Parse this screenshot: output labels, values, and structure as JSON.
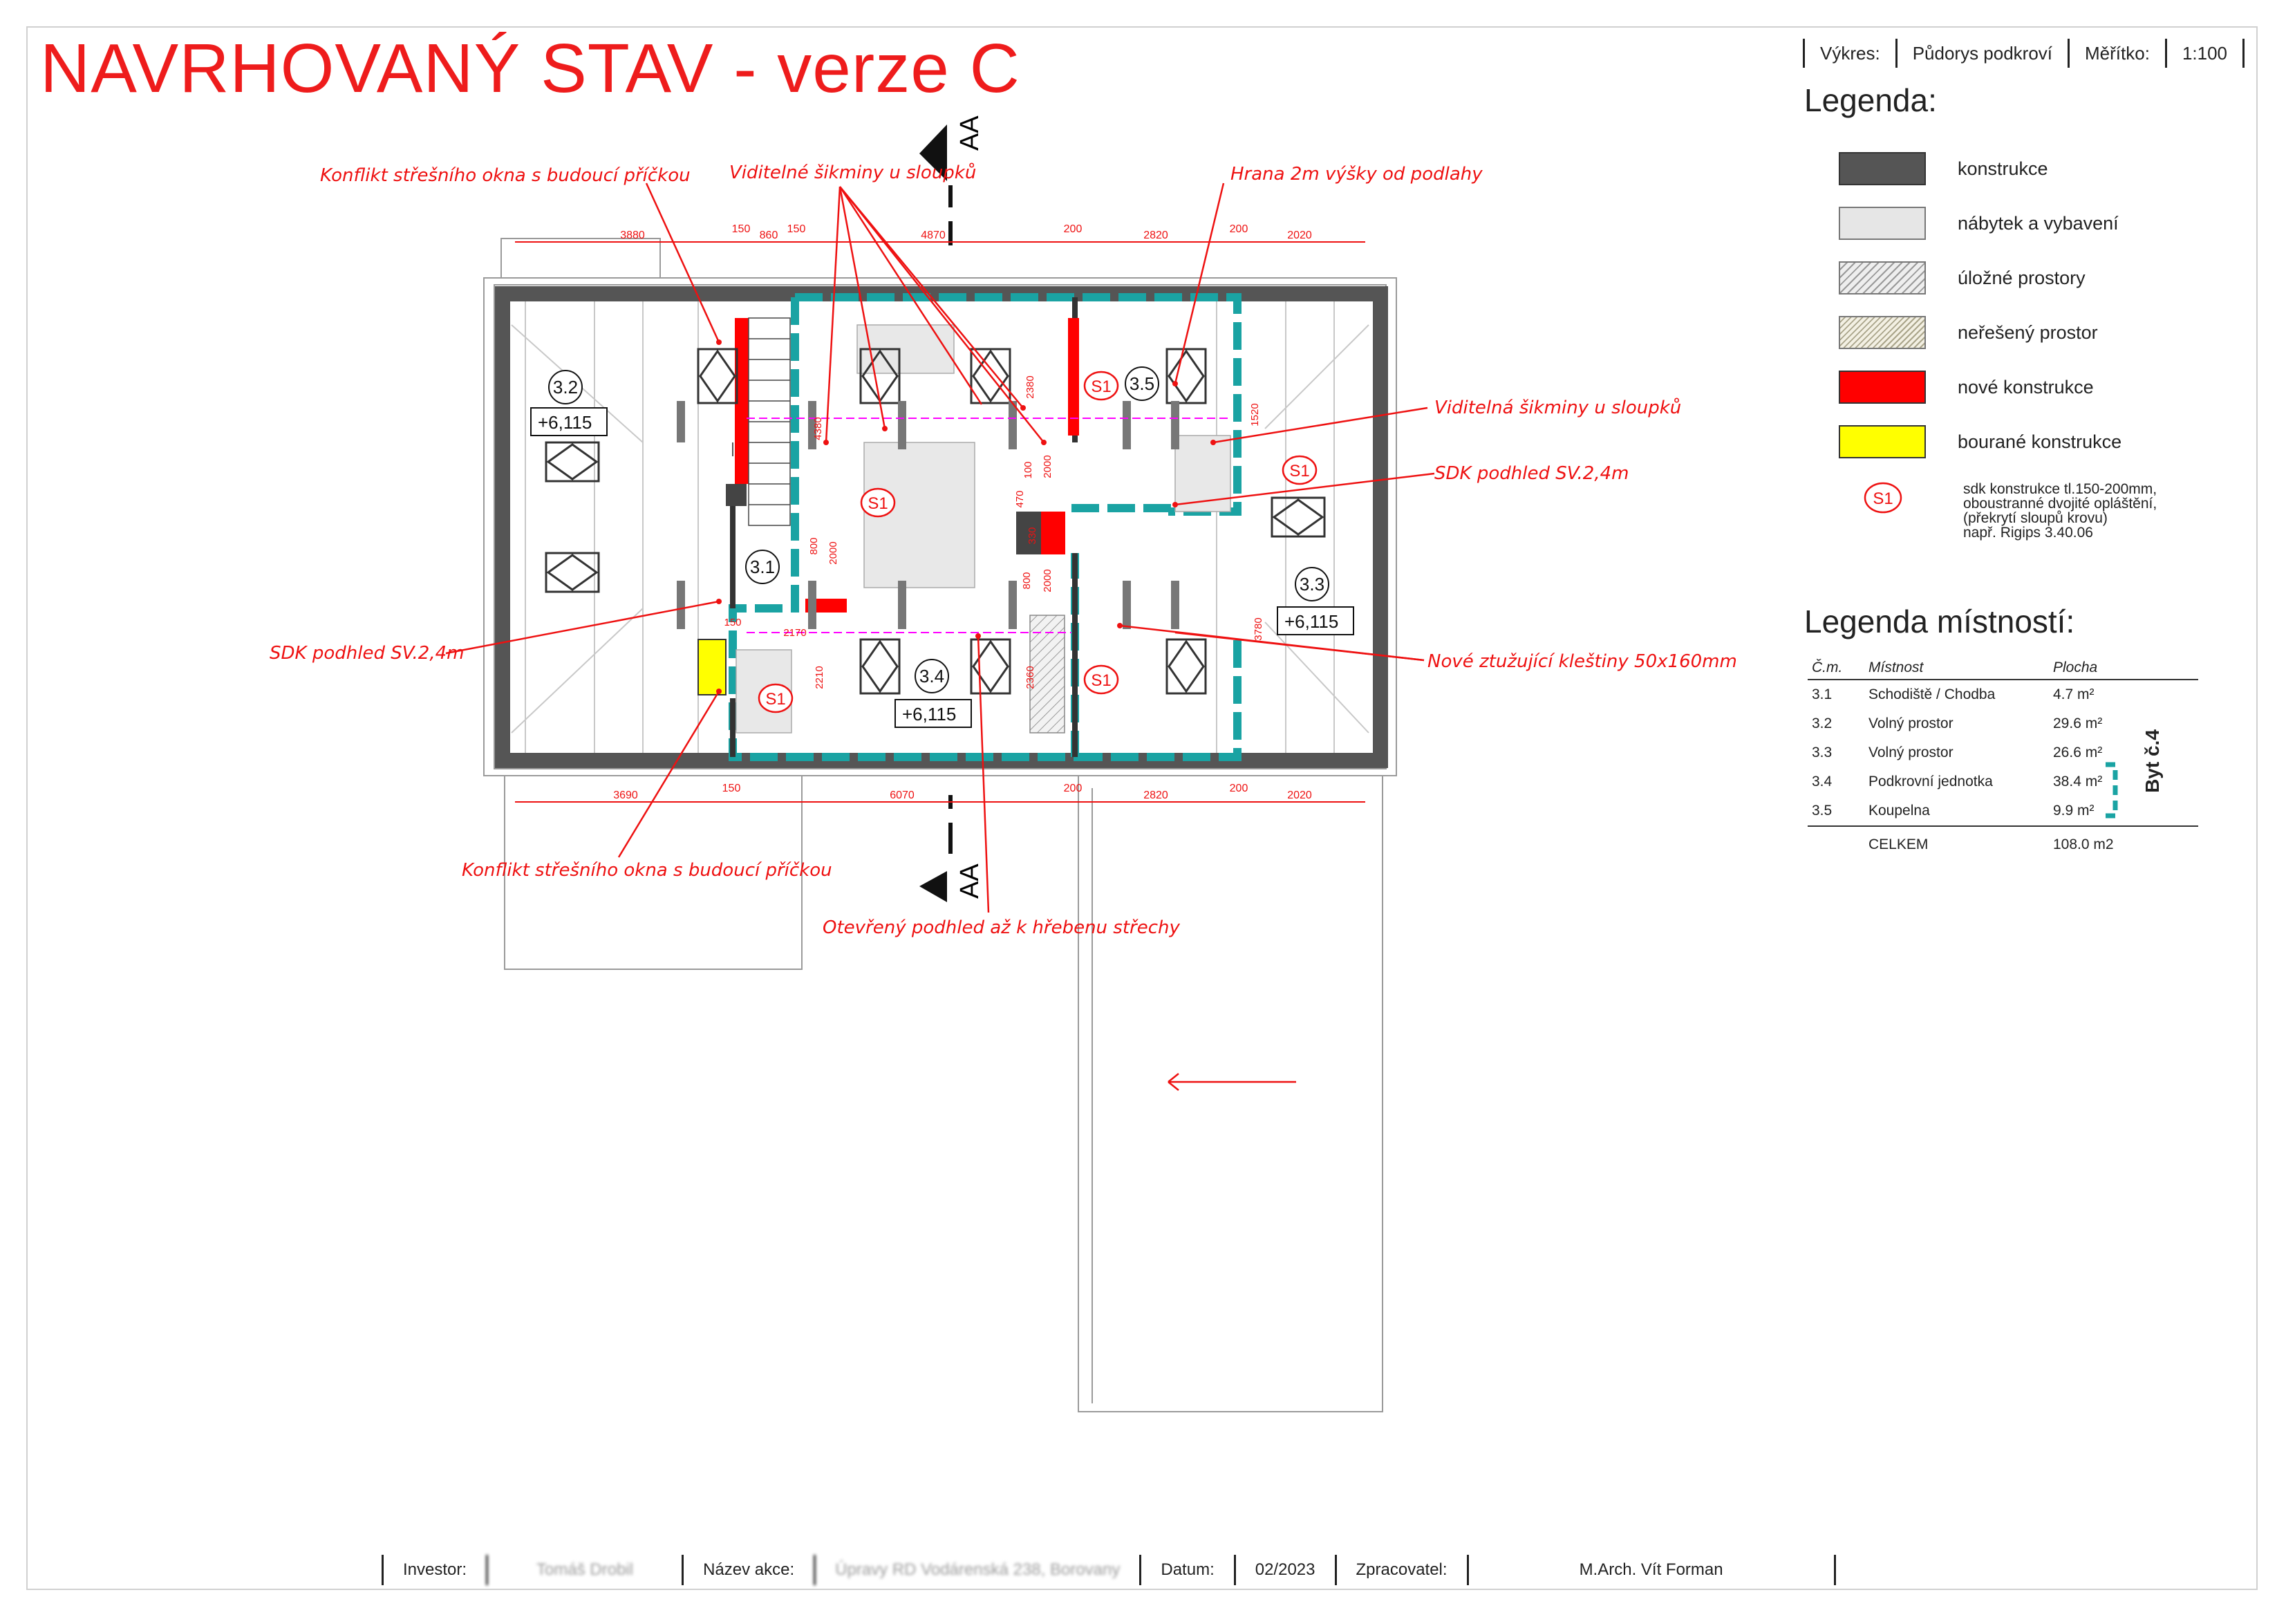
{
  "title": "NAVRHOVANÝ STAV - verze C",
  "header": {
    "drawing_label": "Výkres:",
    "drawing_value": "Půdorys podkroví",
    "scale_label": "Měřítko:",
    "scale_value": "1:100"
  },
  "legend": {
    "title": "Legenda:",
    "items": [
      {
        "label": "konstrukce",
        "color": "#555555"
      },
      {
        "label": "nábytek a vybavení",
        "color": "#e6e6e6"
      },
      {
        "label": "úložné prostory",
        "color": "#e6e6e6"
      },
      {
        "label": "neřešený prostor",
        "color": "#eeeadb"
      },
      {
        "label": "nové konstrukce",
        "color": "#ff0000"
      },
      {
        "label": "bourané konstrukce",
        "color": "#ffff00"
      }
    ],
    "s1_symbol": "S1",
    "s1_text": [
      "sdk konstrukce tl.150-200mm,",
      "oboustranné dvojité opláštění,",
      "(překrytí sloupů krovu)",
      "např. Rigips 3.40.06"
    ]
  },
  "rooms_legend": {
    "title": "Legenda místností:",
    "headers": [
      "Č.m.",
      "Místnost",
      "Plocha"
    ],
    "rows": [
      [
        "3.1",
        "Schodiště / Chodba",
        "4.7 m²"
      ],
      [
        "3.2",
        "Volný prostor",
        "29.6 m²"
      ],
      [
        "3.3",
        "Volný prostor",
        "26.6 m²"
      ],
      [
        "3.4",
        "Podkrovní jednotka",
        "38.4 m²"
      ],
      [
        "3.5",
        "Koupelna",
        "9.9 m²"
      ]
    ],
    "total_label": "CELKEM",
    "total_value": "108.0 m2",
    "unit_label": "Byt č.4"
  },
  "plan": {
    "section_label": "AA",
    "rooms": [
      "3.1",
      "3.2",
      "3.3",
      "3.4",
      "3.5"
    ],
    "levels": [
      "+6,115",
      "+6,115",
      "+6,115"
    ],
    "s1": "S1",
    "dims_top": [
      "3880",
      "150",
      "860",
      "150",
      "4870",
      "200",
      "2820",
      "200",
      "2020"
    ],
    "dims_bottom": [
      "3690",
      "150",
      "6070",
      "200",
      "2820",
      "200",
      "2020"
    ],
    "dims_inner": [
      "4380",
      "2380",
      "1520",
      "100",
      "2000",
      "470",
      "330",
      "800",
      "2000",
      "800",
      "2000",
      "150",
      "2170",
      "2210",
      "2360",
      "3780"
    ],
    "notes": {
      "n1": "Konflikt střešního okna s budoucí příčkou",
      "n2": "Viditelné šikminy u sloupků",
      "n3": "Hrana 2m výšky od podlahy",
      "n4": "Viditelná šikminy u sloupků",
      "n5": "SDK podhled SV.2,4m",
      "n6": "SDK podhled SV.2,4m",
      "n7": "Nové ztužující kleštiny 50x160mm",
      "n8": "Konflikt střešního okna s budoucí příčkou",
      "n9": "Otevřený podhled až k hřebenu střechy"
    }
  },
  "footer": {
    "investor_label": "Investor:",
    "investor_value": "Tomáš Drobil",
    "action_label": "Název akce:",
    "action_value": "Úpravy RD Vodárenská 238, Borovany",
    "date_label": "Datum:",
    "date_value": "02/2023",
    "author_label": "Zpracovatel:",
    "author_value": "M.Arch. Vít Forman"
  }
}
